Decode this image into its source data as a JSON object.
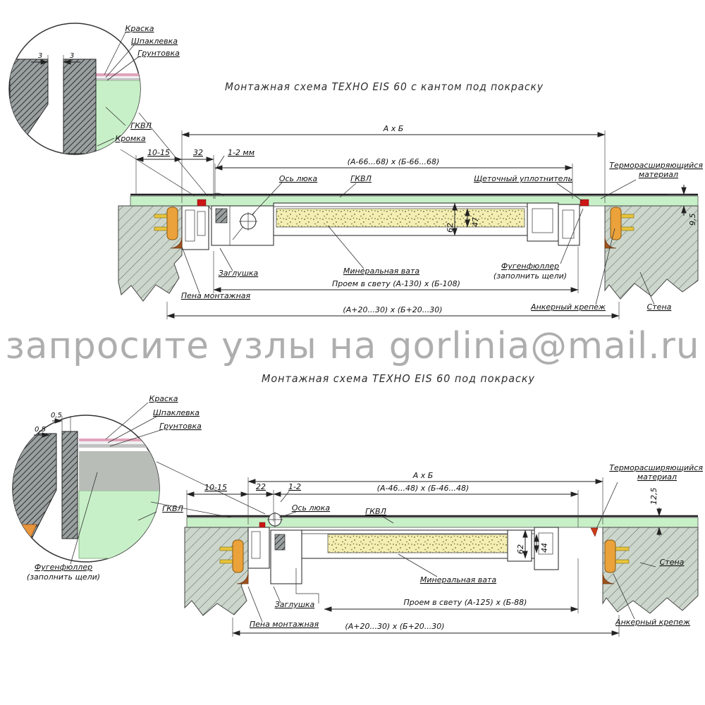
{
  "watermark": "запросите узлы на gorlinia@mail.ru",
  "scheme_top": {
    "title": "Монтажная схема ТЕХНО EIS 60 с кантом под покраску",
    "detail": {
      "kraska": "Краска",
      "shpaklevka": "Шпаклевка",
      "gruntovka": "Грунтовка",
      "gkvl": "ГКВЛ",
      "kromka": "Кромка",
      "dim_gap1": "3",
      "dim_gap2": "3"
    },
    "dims": {
      "overall": "А х Б",
      "inner": "(А-66...68) х (Б-66...68)",
      "d10_15": "10-15",
      "d32": "32",
      "d1_2": "1-2 мм",
      "d9_5": "9,5",
      "d62": "62",
      "d47": "47",
      "clear": "Проем в свету (А-130) х (Б-108)",
      "rough": "(А+20...30) х (Б+20...30)"
    },
    "labels": {
      "os_luka": "Ось люка",
      "gkvl": "ГКВЛ",
      "brush": "Щеточный уплотнитель",
      "thermo1": "Терморасширяющийся",
      "thermo2": "материал",
      "zaglushka": "Заглушка",
      "minvata": "Минеральная вата",
      "fugen1": "Фугенфюллер",
      "fugen2": "(заполнить щели)",
      "pena": "Пена монтажная",
      "anchor": "Анкерный крепеж",
      "stena": "Стена"
    }
  },
  "scheme_bottom": {
    "title": "Монтажная схема ТЕХНО EIS 60 под покраску",
    "detail": {
      "kraska": "Краска",
      "shpaklevka": "Шпаклевка",
      "gruntovka": "Грунтовка",
      "gkvl": "ГКВЛ",
      "fugen1": "Фугенфюллер",
      "fugen2": "(заполнить щели)",
      "dim_05a": "0,5",
      "dim_05b": "0,5"
    },
    "dims": {
      "overall": "А х Б",
      "inner": "(А-46...48) х (Б-46...48)",
      "d10_15": "10-15",
      "d22": "22",
      "d1_2": "1-2",
      "d12_5": "12,5",
      "d62": "62",
      "d44": "44",
      "clear": "Проем в свету (А-125) х (Б-88)",
      "rough": "(А+20...30) х (Б+20...30)"
    },
    "labels": {
      "os_luka": "Ось люка",
      "gkvl": "ГКВЛ",
      "thermo1": "Терморасширяющийся",
      "thermo2": "материал",
      "zaglushka": "Заглушка",
      "minvata": "Минеральная вата",
      "pena": "Пена монтажная",
      "anchor": "Анкерный крепеж",
      "stena": "Стена"
    }
  }
}
